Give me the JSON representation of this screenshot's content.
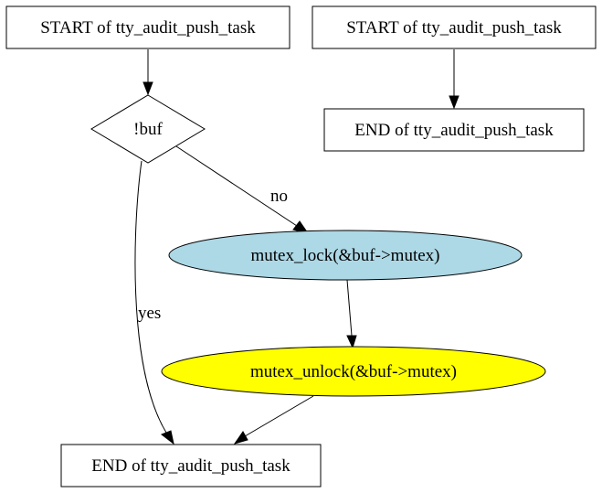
{
  "nodes": {
    "start_left": {
      "label": "START of tty_audit_push_task"
    },
    "start_right": {
      "label": "START of tty_audit_push_task"
    },
    "cond_buf": {
      "label": "!buf"
    },
    "end_right": {
      "label": "END of tty_audit_push_task"
    },
    "mutex_lock": {
      "label": "mutex_lock(&buf->mutex)",
      "fill": "#add8e6"
    },
    "mutex_unlock": {
      "label": "mutex_unlock(&buf->mutex)",
      "fill": "#ffff00"
    },
    "end_bottom": {
      "label": "END of tty_audit_push_task"
    }
  },
  "edges": {
    "no_label": "no",
    "yes_label": "yes"
  },
  "colors": {
    "stroke": "#000000",
    "background": "#ffffff"
  }
}
